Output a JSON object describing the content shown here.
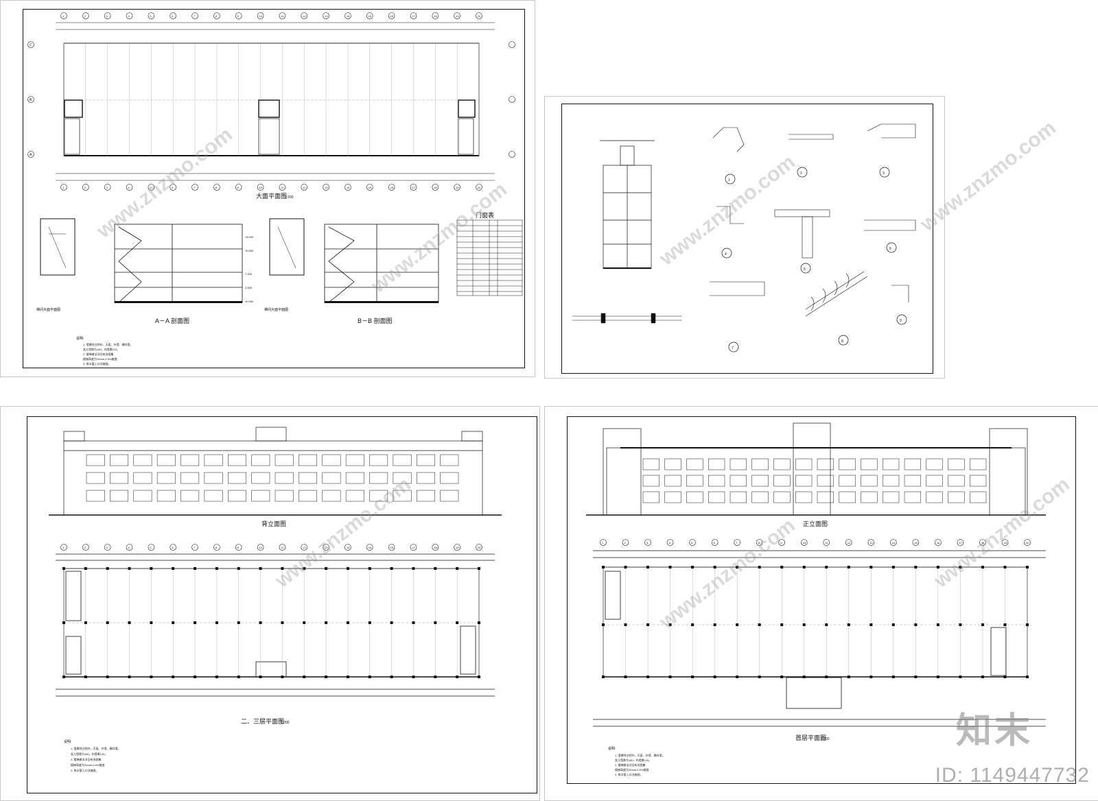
{
  "sheets": {
    "top_left": {
      "plan_title": "大面平面图",
      "scale": "1:200",
      "stair_plan_1": "梯间大面平面图",
      "section_aa": "A－A 剖面图",
      "stair_plan_2": "梯间大面平面图",
      "section_bb": "B－B 剖面图",
      "door_table_title": "门窗表",
      "notes_title": "说明:",
      "notes": [
        "1. 墙厚除注明外，天面、外墙、横间墙，",
        "女儿墙厚为180，内墙厚120。",
        "2. 楼梯做法详见有关图集",
        "楼梯高度为20mm,0.5%坡度.",
        "3. 排水管入口详施图。"
      ],
      "elevations": [
        "14.000",
        "10.500",
        "7.000",
        "3.500",
        "±0.000"
      ]
    },
    "top_right": {
      "detail_labels": [
        "1",
        "2",
        "3",
        "4",
        "5",
        "6",
        "7",
        "8",
        "9"
      ]
    },
    "bottom_left": {
      "elevation_title": "背立面图",
      "plan_title": "二、三层平面图",
      "scale": "1:200",
      "notes_title": "说明:",
      "notes": [
        "1. 墙厚除注明外，天面、外墙、横间墙，",
        "女儿墙厚为180，内墙厚120。",
        "2. 楼梯做法详见有关图集",
        "楼梯高度为20mm,0.5%坡度.",
        "3. 排水管入口详施图。"
      ]
    },
    "bottom_right": {
      "elevation_title": "正立面图",
      "plan_title": "首层平面图",
      "scale": "1:200",
      "notes_title": "说明:",
      "notes": [
        "1. 墙厚除注明外，天面、外墙、横间墙，",
        "女儿墙厚为180，内墙厚120。",
        "2. 楼梯做法详见有关图集",
        "楼梯高度为20mm,0.5%坡度.",
        "3. 排水管入口详施图。"
      ]
    }
  },
  "grid_axes": [
    "1",
    "2",
    "3",
    "4",
    "5",
    "6",
    "7",
    "8",
    "9",
    "10",
    "11",
    "12",
    "13",
    "14",
    "15",
    "16",
    "17",
    "18",
    "19",
    "20"
  ],
  "grid_rows": [
    "A",
    "B",
    "C"
  ],
  "watermark": "www.znzmo.com",
  "brand": "知末",
  "id_label": "ID: 1149447732"
}
